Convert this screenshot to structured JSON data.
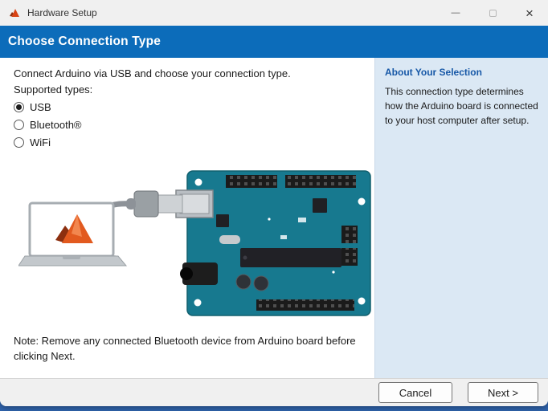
{
  "window": {
    "title": "Hardware Setup",
    "controls": {
      "minimize_glyph": "—",
      "close_glyph": "×"
    }
  },
  "header": {
    "title": "Choose Connection Type"
  },
  "content": {
    "intro": "Connect Arduino via USB and choose your connection type.",
    "supported_types_label": "Supported types:",
    "options": [
      {
        "label": "USB",
        "selected": true
      },
      {
        "label": "Bluetooth®",
        "selected": false
      },
      {
        "label": "WiFi",
        "selected": false
      }
    ],
    "note": "Note: Remove any connected Bluetooth device from Arduino board before clicking Next."
  },
  "sidebar": {
    "title": "About Your Selection",
    "body": "This connection type determines how the Arduino board is connected to your host computer after setup."
  },
  "footer": {
    "cancel_label": "Cancel",
    "next_label": "Next >"
  },
  "colors": {
    "header_bg": "#0c6cba",
    "sidebar_bg": "#dbe8f4",
    "sidebar_title": "#1758a7",
    "board_teal": "#17798f",
    "matlab_orange": "#e25a1f",
    "desktop_blue": "#2f64ad"
  }
}
